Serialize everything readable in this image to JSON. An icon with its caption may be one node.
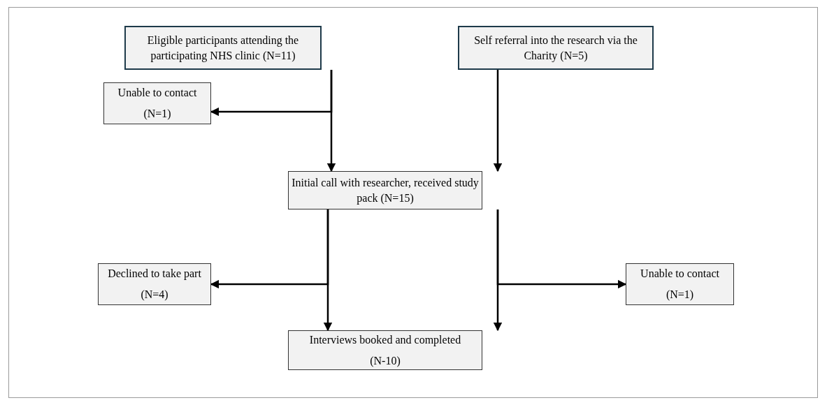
{
  "diagram": {
    "nodes": [
      {
        "text": [
          "Eligible participants attending the participating NHS clinic (N=11)"
        ]
      },
      {
        "text": [
          "Self referral into the research via the Charity (N=5)"
        ]
      },
      {
        "text": [
          "Unable to contact",
          "(N=1)"
        ]
      },
      {
        "text": [
          "Initial call with researcher, received study pack (N=15)"
        ]
      },
      {
        "text": [
          "Declined to take part",
          "(N=4)"
        ]
      },
      {
        "text": [
          "Unable to contact",
          "(N=1)"
        ]
      },
      {
        "text": [
          "Interviews booked and completed",
          "(N-10)"
        ]
      }
    ],
    "edges": [
      {
        "from": 0,
        "to": 3,
        "arrow": "to"
      },
      {
        "from": 0,
        "to": 2,
        "arrow": "to"
      },
      {
        "from": 1,
        "to": 3,
        "arrow": "to"
      },
      {
        "from": 3,
        "to": 6,
        "arrow": "to"
      },
      {
        "from": 3,
        "to": 4,
        "arrow": "to"
      },
      {
        "from": 3,
        "to": 6,
        "arrow": "to"
      },
      {
        "from": 3,
        "to": 5,
        "arrow": "to"
      }
    ]
  }
}
